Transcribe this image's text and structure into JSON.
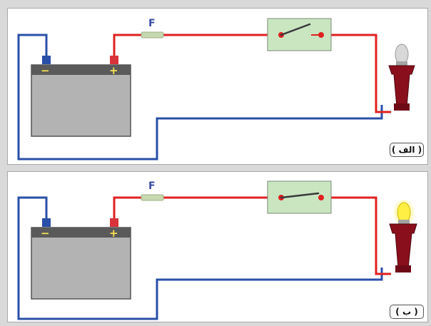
{
  "panels": [
    {
      "id": "a",
      "fuse_label": "F",
      "battery_negative": "−",
      "battery_positive": "+",
      "switch_state": "open",
      "lamp_lit": false,
      "caption": "( الف )"
    },
    {
      "id": "b",
      "fuse_label": "F",
      "battery_negative": "−",
      "battery_positive": "+",
      "switch_state": "closed",
      "lamp_lit": true,
      "caption": "( ب )"
    }
  ],
  "colors": {
    "positive_wire": "#e02020",
    "negative_wire": "#2a4fa8",
    "battery_body": "#b3b3b3",
    "battery_top": "#5a5a5a",
    "switch_box": "#c9e6c1",
    "fuse": "#c7d7b0",
    "lamp_socket": "#8a0f1c",
    "bulb_off": "#d8d8d8",
    "bulb_on": "#ffee44"
  }
}
